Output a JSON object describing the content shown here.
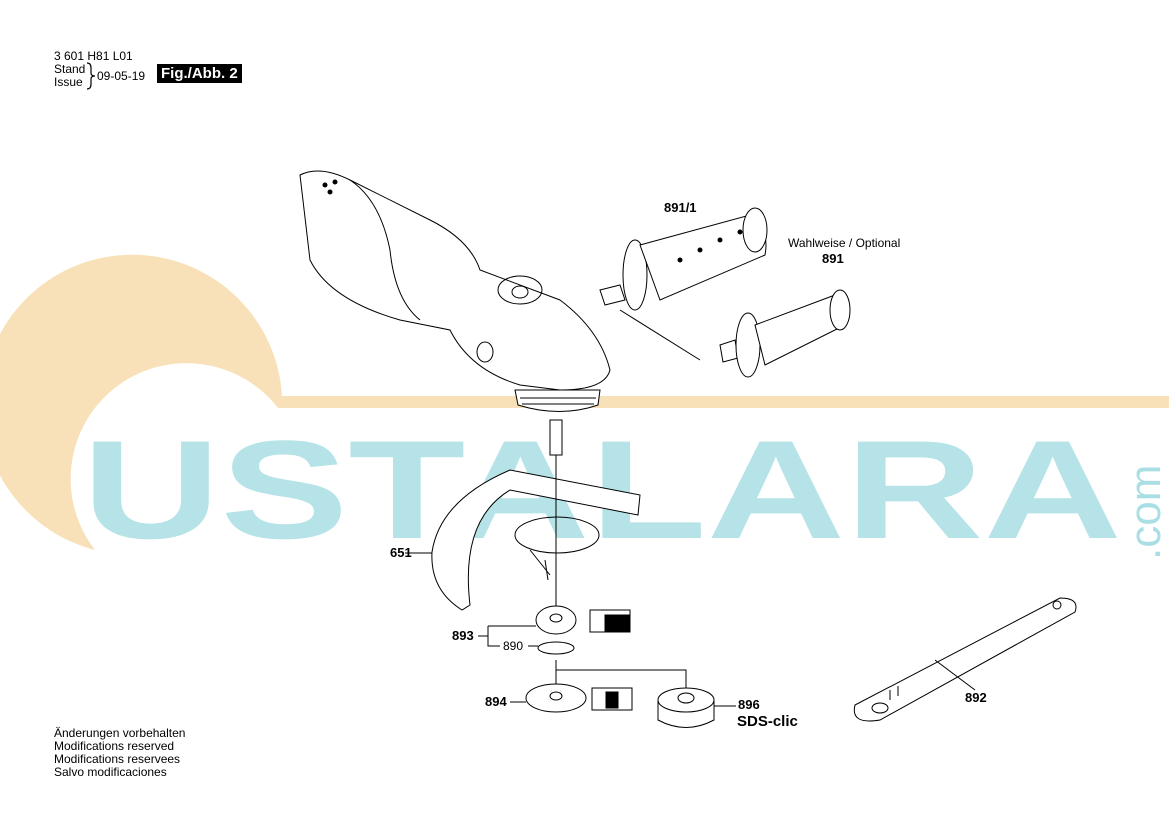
{
  "header": {
    "part_number": "3 601 H81 L01",
    "stand_label": "Stand",
    "issue_label": "Issue",
    "date": "09-05-19",
    "figure": "Fig./Abb. 2"
  },
  "watermark": {
    "text": "USTALARA",
    "suffix": ".com",
    "colors": {
      "arc": "#f6d9a8",
      "letters": "#a9dfe4"
    }
  },
  "callouts": {
    "p891_1": "891/1",
    "optional": "Wahlweise / Optional",
    "p891": "891",
    "p651": "651",
    "p893": "893",
    "p890": "890",
    "p894": "894",
    "p896": "896",
    "sds": "SDS-clic",
    "p892": "892"
  },
  "footer": {
    "lines": [
      "Änderungen vorbehalten",
      "Modifications reserved",
      "Modifications reservees",
      "Salvo modificaciones"
    ]
  }
}
